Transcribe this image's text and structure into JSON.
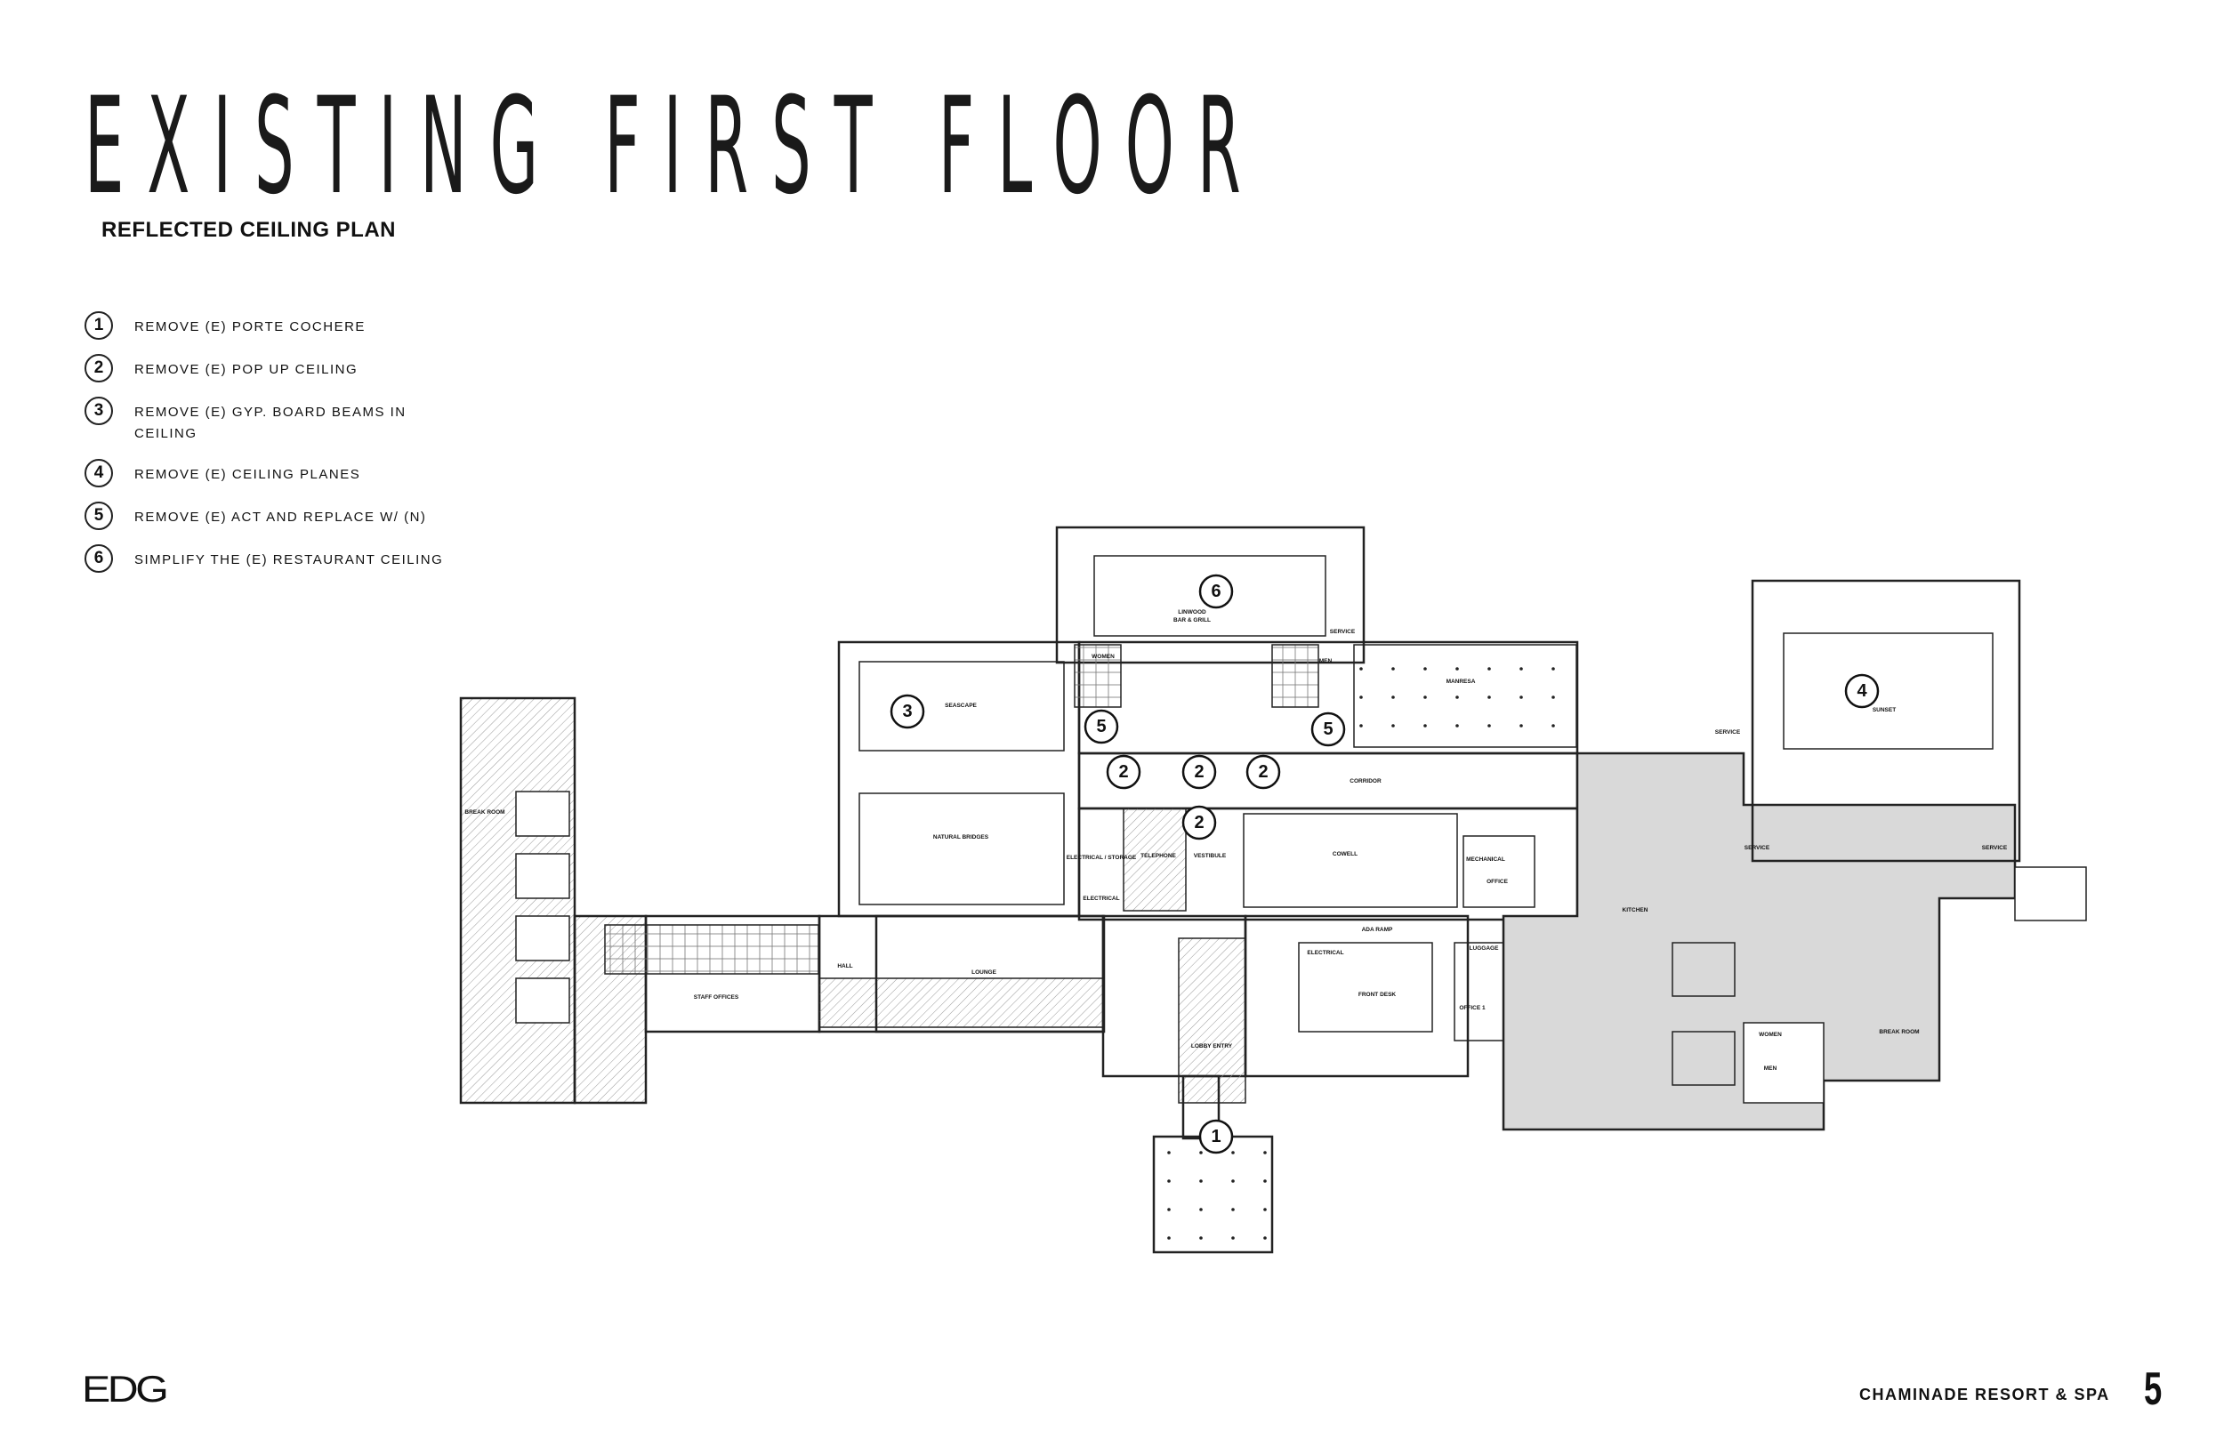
{
  "title": "EXISTING FIRST FLOOR",
  "subtitle": "REFLECTED CEILING PLAN",
  "legend": [
    {
      "num": "1",
      "text": "REMOVE (E) PORTE COCHERE"
    },
    {
      "num": "2",
      "text": "REMOVE (E) POP UP CEILING"
    },
    {
      "num": "3",
      "text": "REMOVE (E) GYP. BOARD BEAMS IN CEILING"
    },
    {
      "num": "4",
      "text": "REMOVE (E) CEILING PLANES"
    },
    {
      "num": "5",
      "text": "REMOVE (E) ACT AND REPLACE W/ (N)"
    },
    {
      "num": "6",
      "text": "SIMPLIFY THE (E) RESTAURANT CEILING"
    }
  ],
  "rooms": {
    "linwood": "LINWOOD",
    "bar_grill": "BAR & GRILL",
    "service_top": "SERVICE",
    "seascape": "SEASCAPE",
    "women_left": "WOMEN",
    "men_right": "MEN",
    "manresa": "MANRESA",
    "sunset": "SUNSET",
    "service_right_a": "SERVICE",
    "corridor": "CORRIDOR",
    "natural_bridges": "NATURAL BRIDGES",
    "electrical_storage": "ELECTRICAL / STORAGE",
    "telephone": "TELEPHONE",
    "vestibule": "VESTIBULE",
    "cowell": "COWELL",
    "mechanical": "MECHANICAL",
    "office": "OFFICE",
    "electrical_low": "ELECTRICAL",
    "kitchen": "KITCHEN",
    "service_right_b": "SERVICE",
    "service_right_c": "SERVICE",
    "break_room_left": "BREAK ROOM",
    "staff_offices": "STAFF OFFICES",
    "hall": "HALL",
    "lounge": "LOUNGE",
    "ada_ramp": "ADA RAMP",
    "electrical_front": "ELECTRICAL",
    "luggage": "LUGGAGE",
    "front_desk": "FRONT DESK",
    "office_1": "OFFICE 1",
    "lobby_entry": "LOBBY ENTRY",
    "women_right": "WOMEN",
    "men_lower": "MEN",
    "break_room_right": "BREAK ROOM"
  },
  "callouts": {
    "c1": "1",
    "c2a": "2",
    "c2b": "2",
    "c2c": "2",
    "c2d": "2",
    "c3": "3",
    "c4": "4",
    "c5a": "5",
    "c5b": "5",
    "c6": "6"
  },
  "footer": {
    "logo": "EDG",
    "project": "CHAMINADE RESORT & SPA",
    "page": "5"
  }
}
